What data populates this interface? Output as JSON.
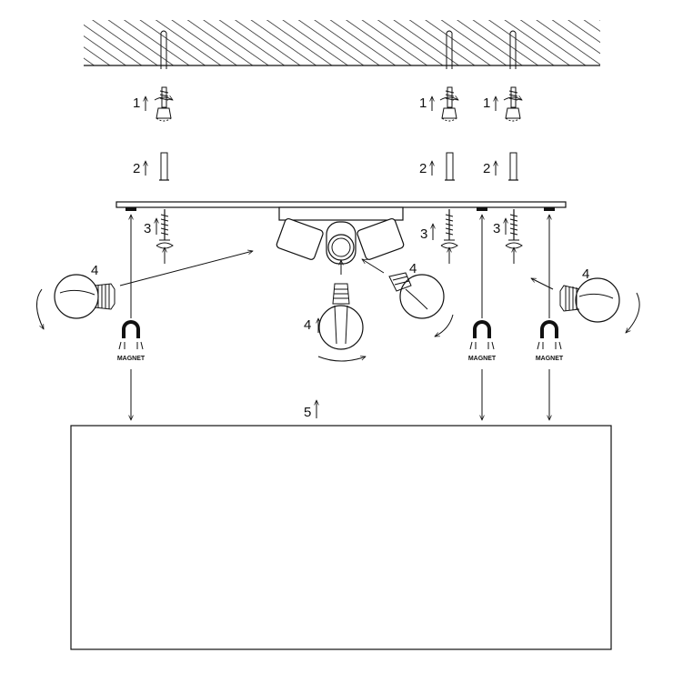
{
  "steps": {
    "step1_left": "1",
    "step1_mid": "1",
    "step1_right": "1",
    "step2_left": "2",
    "step2_mid": "2",
    "step2_right": "2",
    "step3_left": "3",
    "step3_mid": "3",
    "step3_right": "3",
    "step4_left": "4",
    "step4_center": "4",
    "step4_midright": "4",
    "step4_right": "4",
    "step5": "5"
  },
  "magnet_label": "MAGNET"
}
